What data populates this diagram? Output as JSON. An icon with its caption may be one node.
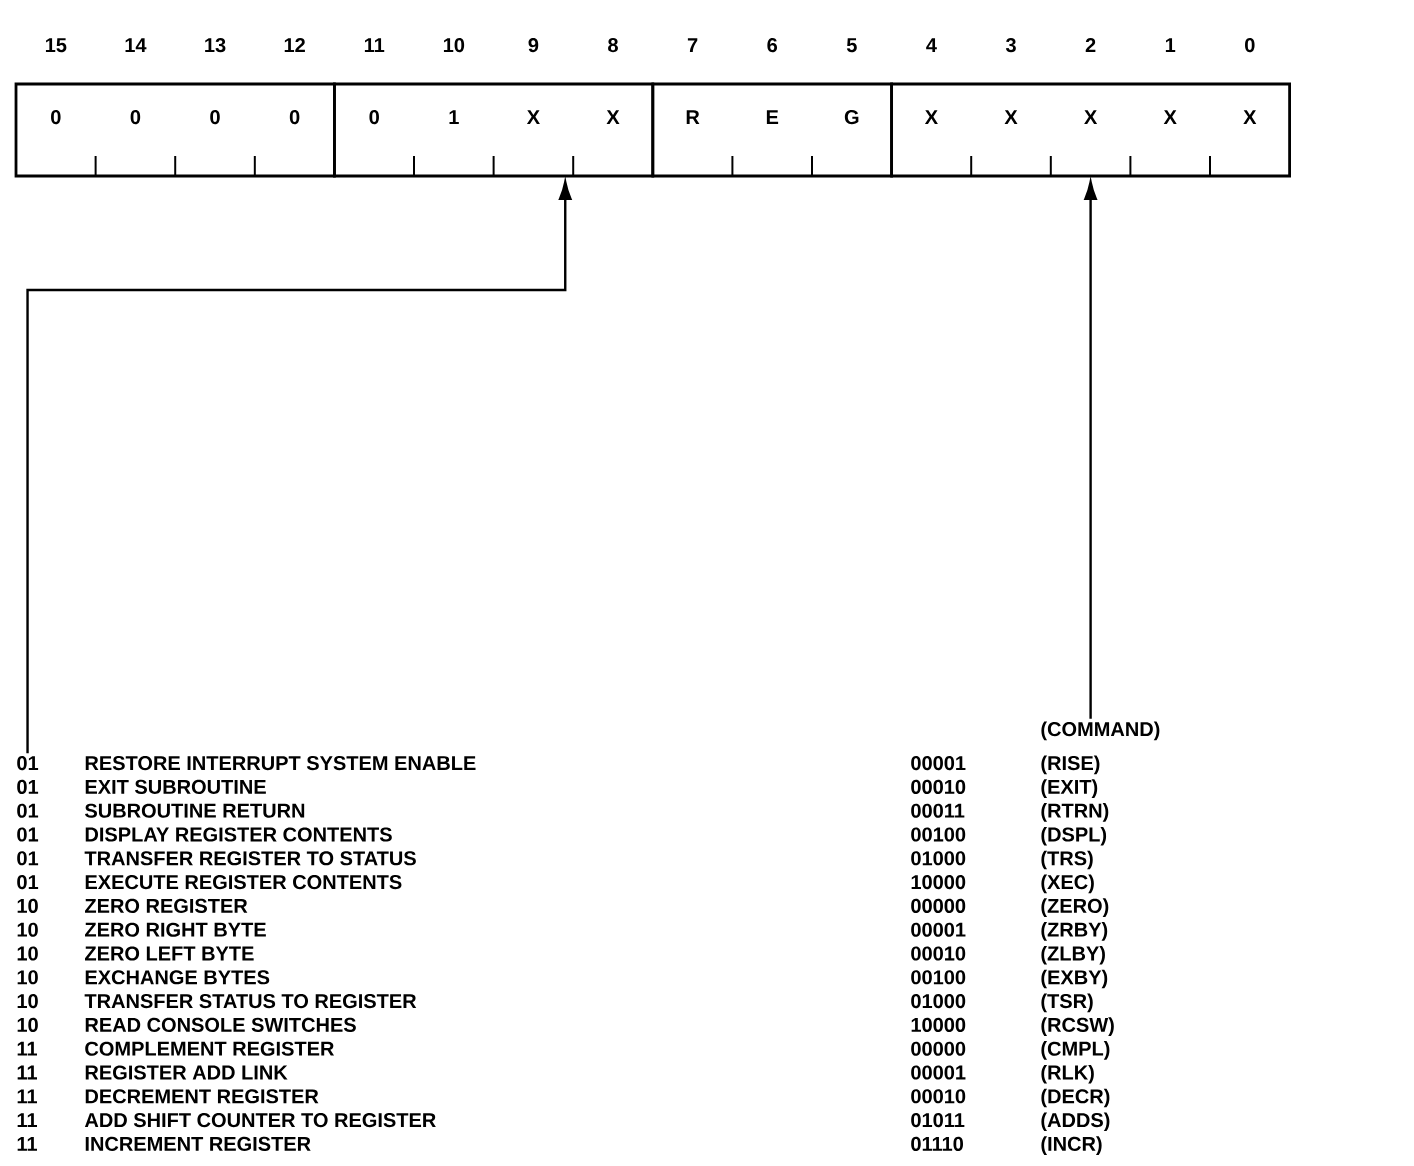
{
  "diagram": {
    "nodes": [
      {
        "text": [
          "0",
          "0",
          "0",
          "0"
        ]
      },
      {
        "text": [
          "0",
          "1",
          "X",
          "X"
        ]
      },
      {
        "text": [
          "R",
          "E",
          "G"
        ]
      },
      {
        "text": [
          "X",
          "X",
          "X",
          "X",
          "X"
        ]
      },
      {
        "text": [
          "01",
          "01",
          "01",
          "01",
          "01",
          "01",
          "10",
          "10",
          "10",
          "10",
          "10",
          "10",
          "11",
          "11",
          "11",
          "11",
          "11"
        ]
      },
      {
        "text": [
          "(COMMAND)",
          "(RISE)",
          "(EXIT)",
          "(RTRN)",
          "(DSPL)",
          "(TRS)",
          "(XEC)",
          "(ZERO)",
          "(ZRBY)",
          "(ZLBY)",
          "(EXBY)",
          "(TSR)",
          "(RCSW)",
          "(CMPL)",
          "(RLK)",
          "(DECR)",
          "(ADDS)",
          "(INCR)"
        ]
      }
    ],
    "edges": [
      {
        "from": 4,
        "to": 1,
        "arrow": "to"
      },
      {
        "from": 5,
        "to": 3,
        "arrow": "to"
      }
    ],
    "labels": [
      "15",
      "14",
      "13",
      "12",
      "11",
      "10",
      "9",
      "8",
      "7",
      "6",
      "5",
      "4",
      "3",
      "2",
      "1",
      "0",
      "RESTORE INTERRUPT SYSTEM ENABLE",
      "00001",
      "EXIT SUBROUTINE",
      "00010",
      "SUBROUTINE RETURN",
      "00011",
      "DISPLAY REGISTER CONTENTS",
      "00100",
      "TRANSFER REGISTER TO STATUS",
      "01000",
      "EXECUTE REGISTER CONTENTS",
      "10000",
      "ZERO REGISTER",
      "00000",
      "ZERO RIGHT BYTE",
      "00001",
      "ZERO LEFT BYTE",
      "00010",
      "EXCHANGE BYTES",
      "00100",
      "TRANSFER STATUS TO REGISTER",
      "01000",
      "READ CONSOLE SWITCHES",
      "10000",
      "COMPLEMENT REGISTER",
      "00000",
      "REGISTER ADD LINK",
      "00001",
      "DECREMENT REGISTER",
      "00010",
      "ADD SHIFT COUNTER TO REGISTER",
      "01011",
      "INCREMENT REGISTER",
      "01110"
    ]
  }
}
